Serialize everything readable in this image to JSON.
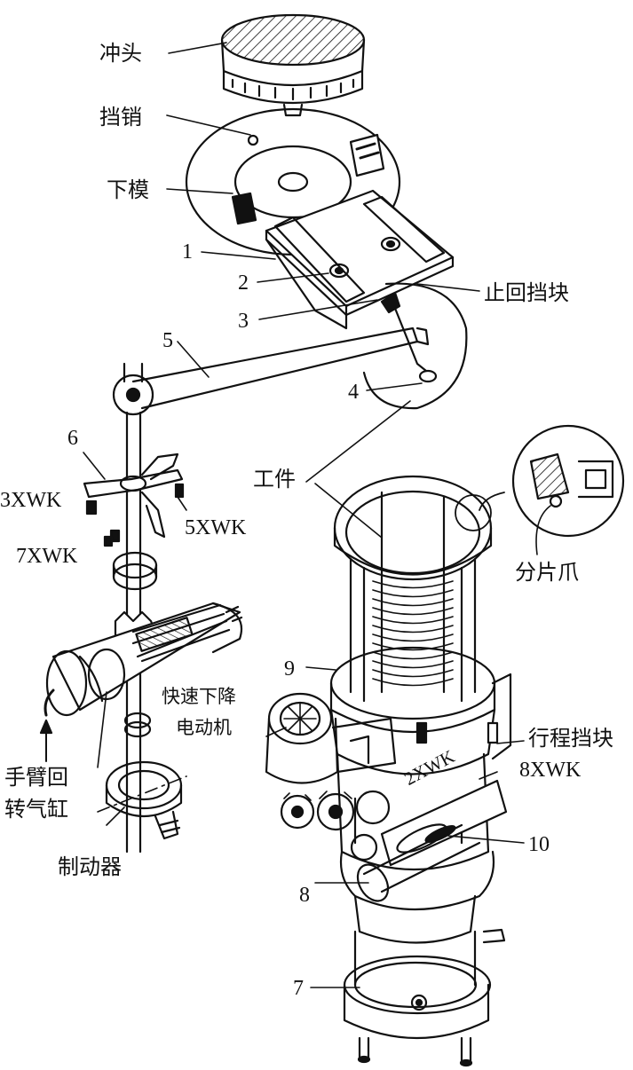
{
  "labels": {
    "punch": "冲头",
    "stop_pin": "挡销",
    "lower_die": "下模",
    "check_stop": "止回挡块",
    "workpiece": "工件",
    "split_claw": "分片爪",
    "fast_motor_1": "快速下降",
    "fast_motor_2": "电动机",
    "stroke_stop": "行程挡块",
    "arm_cylinder_1": "手臂回",
    "arm_cylinder_2": "转气缸",
    "brake": "制动器",
    "n1": "1",
    "n2": "2",
    "n3": "3",
    "n4": "4",
    "n5": "5",
    "n6": "6",
    "n7": "7",
    "n8": "8",
    "n9": "9",
    "n10": "10",
    "sw3": "3XWK",
    "sw5": "5XWK",
    "sw7": "7XWK",
    "sw2": "2XWK",
    "sw8": "8XWK"
  },
  "colors": {
    "ink": "#111111",
    "paper": "#ffffff"
  }
}
